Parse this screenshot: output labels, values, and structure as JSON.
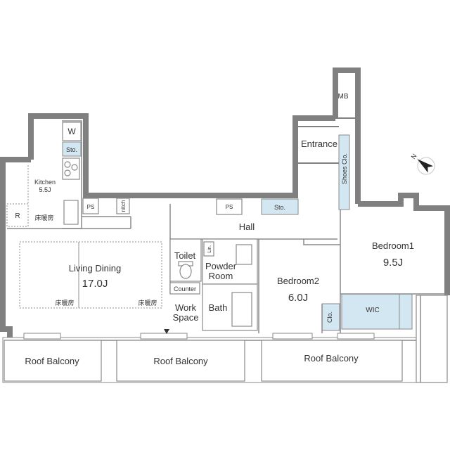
{
  "rooms": {
    "living_dining": {
      "name": "Living Dining",
      "size": "17.0J"
    },
    "kitchen": {
      "name": "Kitchen",
      "size": "5.5J"
    },
    "bedroom1": {
      "name": "Bedroom1",
      "size": "9.5J"
    },
    "bedroom2": {
      "name": "Bedroom2",
      "size": "6.0J"
    },
    "entrance": "Entrance",
    "hall": "Hall",
    "toilet": "Toilet",
    "powder_room": [
      "Powder",
      "Room"
    ],
    "bath": "Bath",
    "work_space": [
      "Work",
      "Space"
    ],
    "wic": "WIC",
    "counter": "Counter"
  },
  "storage": {
    "mb": "MB",
    "w": "W",
    "sto": "Sto.",
    "ps": "PS",
    "niche": "nitch",
    "shoes_clo": "Shoes Clo.",
    "clo": "Clo.",
    "lin": "Lin.",
    "r": "R"
  },
  "floor_heating": "床暖房",
  "balconies": [
    "Roof Balcony",
    "Roof Balcony",
    "Roof Balcony"
  ],
  "compass": {
    "label": "N",
    "color": "#222222"
  },
  "colors": {
    "wall": "#808080",
    "storage_fill": "#d3e7f2",
    "text": "#333333"
  }
}
